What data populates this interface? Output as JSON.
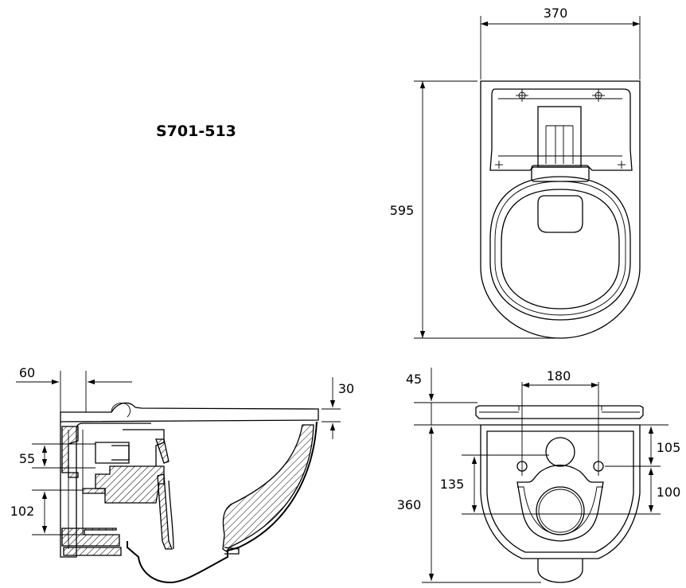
{
  "title": "S701-513",
  "top_view": {
    "width_label": "370",
    "length_label": "595"
  },
  "side_view": {
    "label_60": "60",
    "label_30": "30",
    "label_55": "55",
    "label_102": "102"
  },
  "front_view": {
    "label_45": "45",
    "label_180": "180",
    "label_105": "105",
    "label_135": "135",
    "label_100": "100",
    "label_360": "360"
  }
}
